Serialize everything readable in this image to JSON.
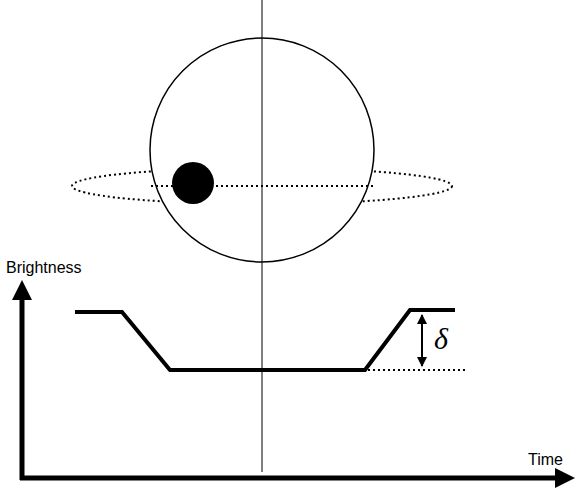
{
  "diagram": {
    "labels": [
      "Brightness",
      "Time",
      "δ"
    ]
  }
}
